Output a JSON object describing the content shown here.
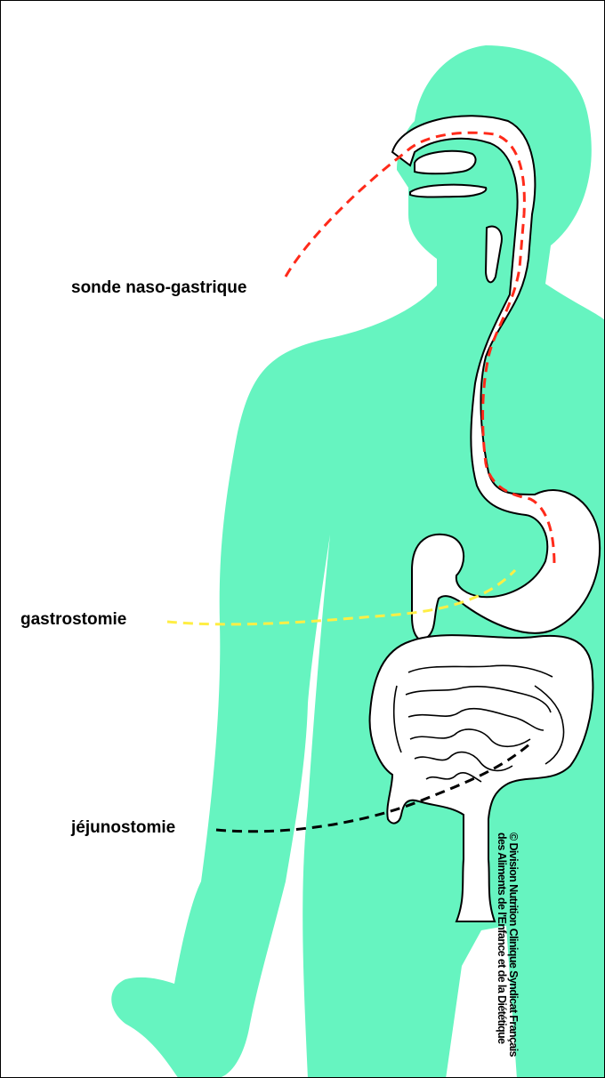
{
  "labels": {
    "nasogastric": "sonde naso-gastrique",
    "gastrostomy": "gastrostomie",
    "jejunostomy": "jéjunostomie"
  },
  "credit": {
    "line1": "© Division Nutrition Clinique Syndicat Français",
    "line2": "des Aliments de l'Enfance et de la Diététique"
  },
  "colors": {
    "body": "#66f4c0",
    "organ_fill": "#ffffff",
    "outline": "#000000",
    "nasogastric_tube": "#ff2a1a",
    "gastrostomy_tube": "#ffee44",
    "jejunostomy_tube": "#000000"
  }
}
